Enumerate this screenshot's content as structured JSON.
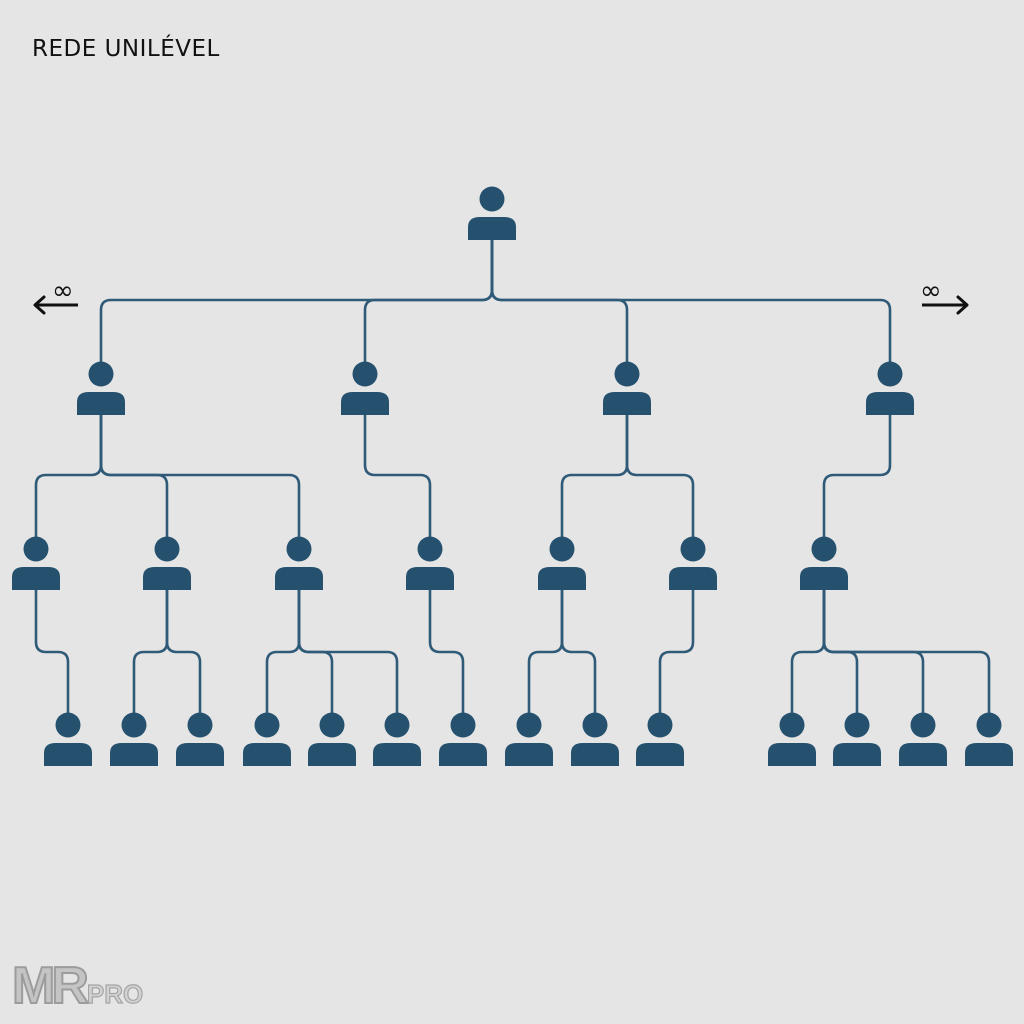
{
  "title": "REDE UNILÉVEL",
  "left_marker": "∞",
  "right_marker": "∞",
  "logo": {
    "main": "MR",
    "sub": "PRO"
  },
  "colors": {
    "node": "#25516f",
    "line": "#2f5a78",
    "background": "#e5e5e5"
  },
  "tree": {
    "children": [
      {
        "children": [
          {
            "children": [
              {}
            ]
          },
          {
            "children": [
              {},
              {}
            ]
          },
          {
            "children": [
              {},
              {},
              {}
            ]
          }
        ]
      },
      {
        "children": [
          {
            "children": [
              {}
            ]
          }
        ]
      },
      {
        "children": [
          {
            "children": [
              {},
              {}
            ]
          },
          {
            "children": [
              {}
            ]
          }
        ]
      },
      {
        "children": [
          {
            "children": [
              {},
              {},
              {},
              {}
            ]
          }
        ]
      }
    ]
  }
}
